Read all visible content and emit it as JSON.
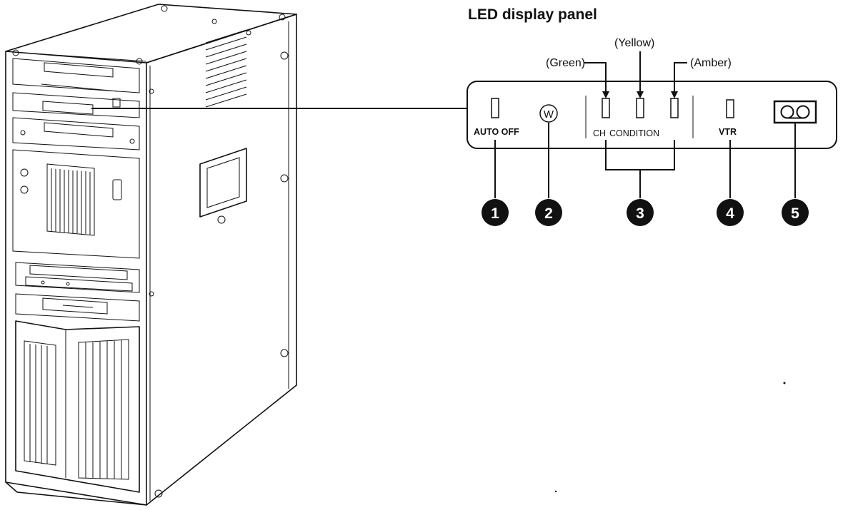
{
  "title": "LED display panel",
  "color_labels": {
    "green": "(Green)",
    "yellow": "(Yellow)",
    "amber": "(Amber)"
  },
  "panel_labels": {
    "auto_off": "AUTO OFF",
    "w_symbol": "W",
    "ch": "CH",
    "condition": "CONDITION",
    "vtr": "VTR"
  },
  "callouts": [
    "1",
    "2",
    "3",
    "4",
    "5"
  ],
  "icons": {
    "w": "w-indicator-icon",
    "tape": "cassette-tape-icon",
    "callout": "numbered-circle-icon"
  }
}
